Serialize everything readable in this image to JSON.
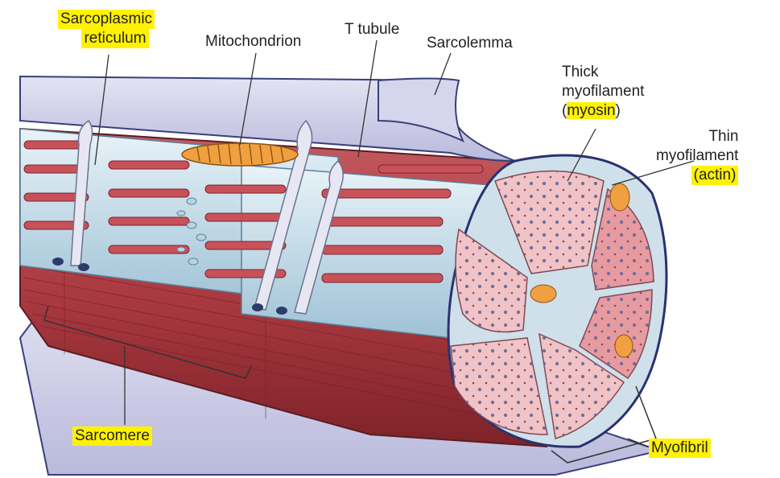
{
  "labels": {
    "sarcoplasmic_reticulum": {
      "line1": "Sarcoplasmic",
      "line2": "reticulum"
    },
    "mitochondrion": "Mitochondrion",
    "t_tubule": "T tubule",
    "sarcolemma": "Sarcolemma",
    "thick_myofilament": {
      "line1": "Thick",
      "line2": "myofilament",
      "paren_open": "(",
      "highlight": "myosin",
      "paren_close": ")"
    },
    "thin_myofilament": {
      "line1": "Thin",
      "line2": "myofilament",
      "line3": "(actin)"
    },
    "sarcomere": "Sarcomere",
    "myofibril": "Myofibril"
  },
  "colors": {
    "highlight": "#fff200",
    "sarcolemma": "#c9c9e6",
    "muscle": "#b7484f",
    "reticulum": "#cfe5f0",
    "myofibril_face": "#f1c2c6",
    "mitochondrion": "#f0a040"
  }
}
